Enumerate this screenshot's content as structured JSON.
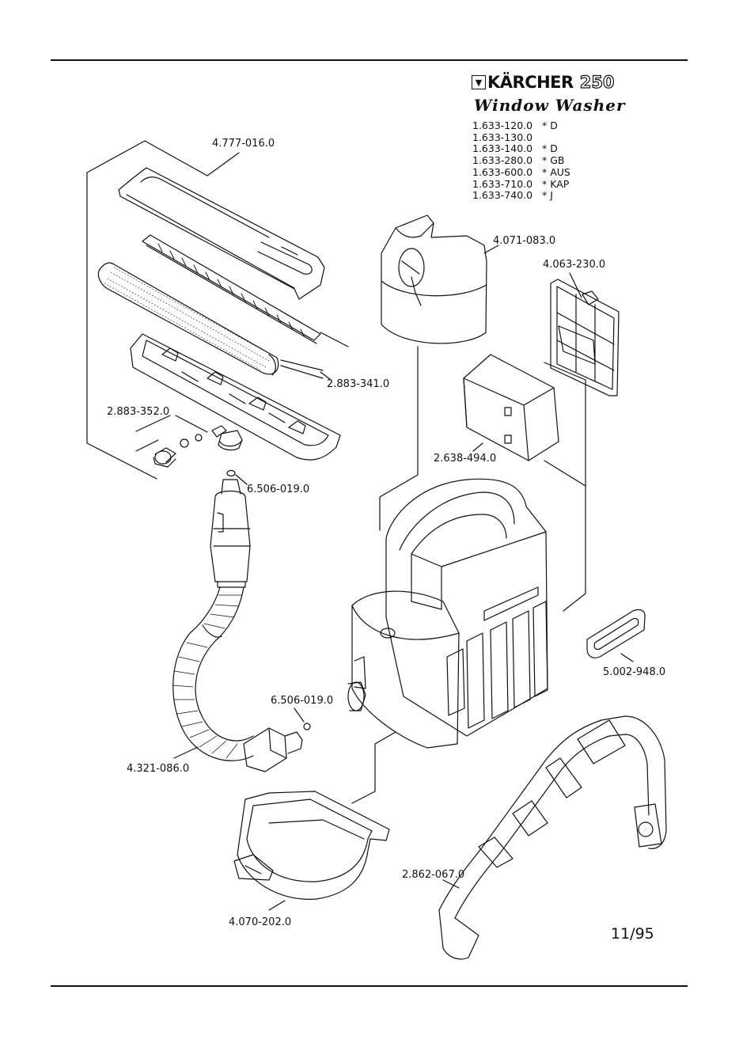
{
  "header": {
    "brand": "KÄRCHER",
    "model": "250",
    "product": "Window Washer",
    "logo_icon": "karcher-chevron-logo"
  },
  "variants": [
    {
      "code": "1.633-120.0",
      "note": "* D"
    },
    {
      "code": "1.633-130.0",
      "note": ""
    },
    {
      "code": "1.633-140.0",
      "note": "* D"
    },
    {
      "code": "1.633-280.0",
      "note": "* GB"
    },
    {
      "code": "1.633-600.0",
      "note": "* AUS"
    },
    {
      "code": "1.633-710.0",
      "note": "* KAP"
    },
    {
      "code": "1.633-740.0",
      "note": "* J"
    }
  ],
  "parts": {
    "wiper_cover": "4.777-016.0",
    "roller_assembly": "2.883-341.0",
    "connector_set": "2.883-352.0",
    "o_ring_top": "6.506-019.0",
    "tank_cap": "4.071-083.0",
    "filter_grille": "4.063-230.0",
    "battery_pack": "2.638-494.0",
    "seal_gasket": "5.002-948.0",
    "o_ring_bottom": "6.506-019.0",
    "hose": "4.321-086.0",
    "collection_tray": "4.070-202.0",
    "shoulder_strap": "2.862-067.0"
  },
  "footer": {
    "page": "11/95"
  }
}
